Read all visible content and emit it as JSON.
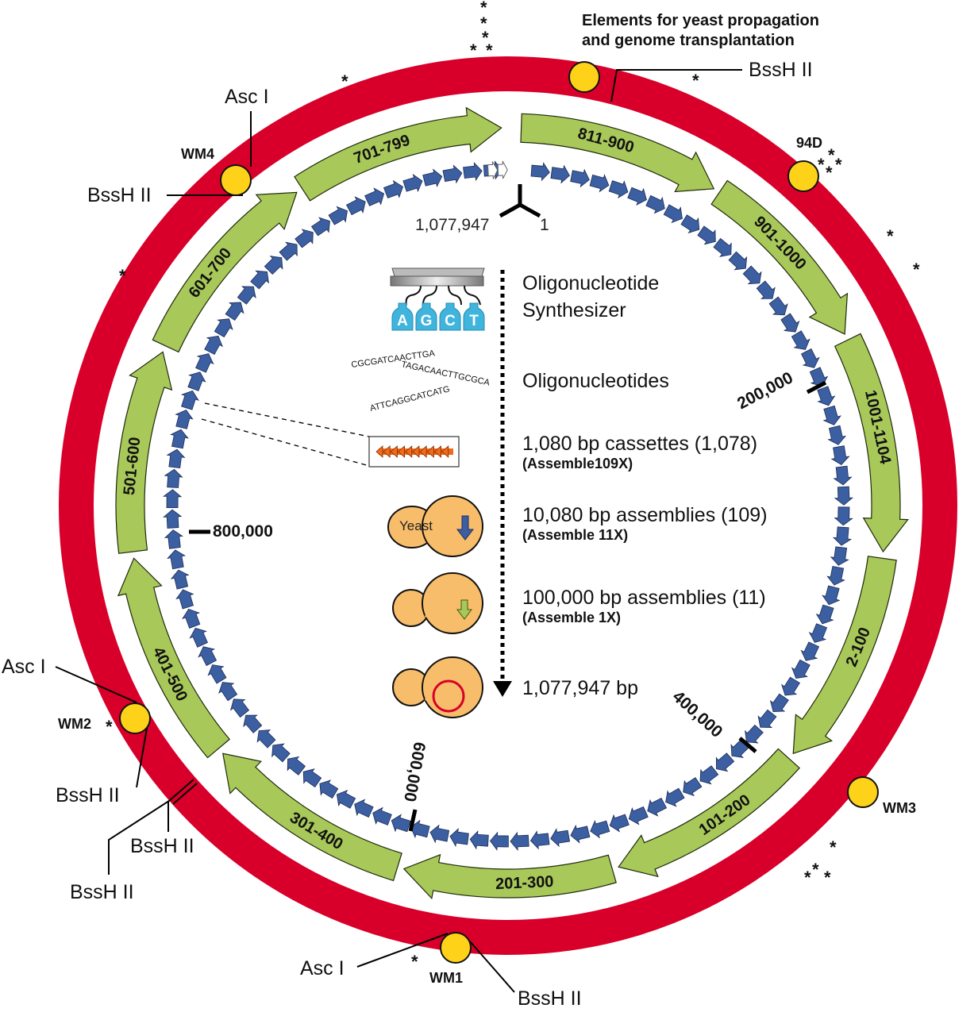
{
  "figure": {
    "title_line1": "Elements for yeast propagation",
    "title_line2": "and genome transplantation",
    "colors": {
      "ring_red": "#d8002a",
      "segment_green": "#a8c85a",
      "cassette_blue": "#3b5fa0",
      "marker_yellow": "#ffd21a",
      "yeast_orange": "#f8bd6a",
      "cassette_orange": "#f26a1b",
      "bottle_blue": "#3fb4dc"
    }
  },
  "coordinates": {
    "end": "1,077,947",
    "start": "1"
  },
  "ruler_marks": [
    {
      "label": "200,000"
    },
    {
      "label": "400,000"
    },
    {
      "label": "600,000"
    },
    {
      "label": "800,000"
    }
  ],
  "segments": [
    {
      "label": "811-900"
    },
    {
      "label": "901-1000"
    },
    {
      "label": "1001-1104"
    },
    {
      "label": "2-100"
    },
    {
      "label": "101-200"
    },
    {
      "label": "201-300"
    },
    {
      "label": "301-400"
    },
    {
      "label": "401-500"
    },
    {
      "label": "501-600"
    },
    {
      "label": "601-700"
    },
    {
      "label": "701-799"
    }
  ],
  "watermarks": {
    "wm1": "WM1",
    "wm2": "WM2",
    "wm3": "WM3",
    "wm4": "WM4",
    "d94": "94D"
  },
  "restriction_sites": {
    "bssh": "BssH II",
    "asc": "Asc I"
  },
  "asterisk": "*",
  "steps": [
    {
      "text": "Oligonucleotide",
      "text2": "Synthesizer"
    },
    {
      "text": "Oligonucleotides"
    },
    {
      "text": "1,080 bp cassettes (1,078)",
      "sub": "(Assemble109X)"
    },
    {
      "text": "10,080 bp assemblies (109)",
      "sub": "(Assemble 11X)"
    },
    {
      "text": "100,000 bp assemblies (11)",
      "sub": "(Assemble 1X)"
    },
    {
      "text": "1,077,947 bp"
    }
  ],
  "icons": {
    "bottles": [
      "A",
      "G",
      "C",
      "T"
    ],
    "oligo_seqs": [
      "CGCGATCAACTTGA",
      "TAGACAACTTGCGCA",
      "ATTCAGGCATCATG"
    ],
    "yeast_label": "Yeast"
  }
}
